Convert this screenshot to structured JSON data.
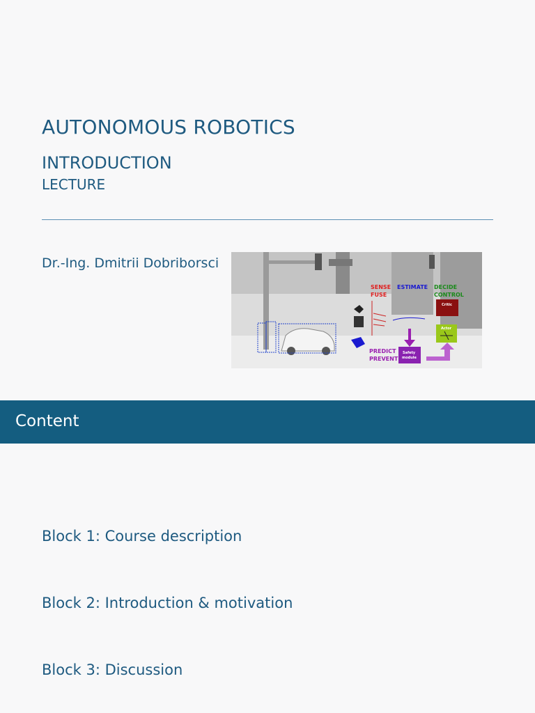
{
  "slide": {
    "title": "AUTONOMOUS ROBOTICS",
    "subtitle": "INTRODUCTION",
    "kind": "LECTURE",
    "author": "Dr.-Ing. Dmitrii Dobriborsci"
  },
  "figure": {
    "labels": {
      "sense": "SENSE",
      "fuse": "FUSE",
      "estimate": "ESTIMATE",
      "decide": "DECIDE",
      "control": "CONTROL",
      "predict": "PREDICT",
      "prevent": "PREVENT",
      "critic": "Critic",
      "actor": "Actor",
      "safety": "Safety",
      "module": "module"
    },
    "colors": {
      "sense": "#e02020",
      "estimate": "#1a1ad0",
      "decide": "#1a8a1a",
      "predict": "#9a20b0",
      "critic_box": "#8a1010",
      "actor_box": "#9ac81a",
      "safety_box": "#8a22b0"
    }
  },
  "content_header": {
    "label": "Content"
  },
  "blocks": [
    "Block 1: Course description",
    "Block 2: Introduction & motivation",
    "Block 3: Discussion"
  ]
}
